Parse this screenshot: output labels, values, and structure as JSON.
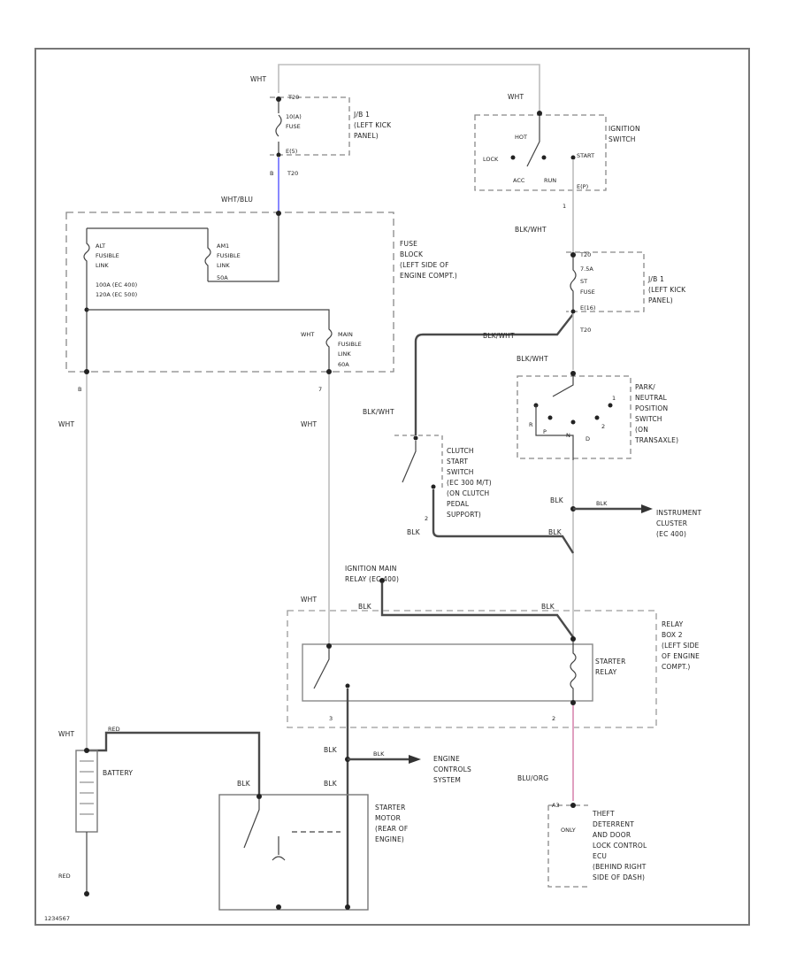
{
  "colors": {
    "wire_light": "#bdbdbd",
    "wire_dark": "#4a4a4a",
    "blue_wire": "#8888ff",
    "pink_wire": "#e0a0c0"
  },
  "wires": {
    "wht_top": "WHT",
    "wht_ign": "WHT",
    "wht_blu": "WHT/BLU",
    "wht_left": "WHT",
    "wht_mid": "WHT",
    "blk_wht_1": "BLK/WHT",
    "blk_wht_2": "BLK/WHT",
    "blk_wht_3": "BLK/WHT",
    "blk_wht_4": "BLK/WHT",
    "blk_1": "BLK",
    "blk_2": "BLK",
    "blk_3": "BLK",
    "blk_4": "BLK",
    "blk_5": "BLK",
    "blk_6": "BLK",
    "blk_7": "BLK",
    "wht_relay": "WHT",
    "wht_bat": "WHT",
    "red_bat": "RED",
    "red_gnd": "RED",
    "blu_org": "BLU/ORG",
    "blk_ecm": "BLK",
    "blk_ic": "BLK"
  },
  "fuse_top": {
    "t1": "T20",
    "t2": "10(A)",
    "t3": "FUSE",
    "t4": "E(5)",
    "pin": "B",
    "pin2": "T20"
  },
  "jb1_top": {
    "l1": "J/B 1",
    "l2": "(LEFT KICK",
    "l3": "PANEL)"
  },
  "ignition": {
    "title": "IGNITION",
    "title2": "SWITCH",
    "hot": "HOT",
    "lock": "LOCK",
    "start": "START",
    "acc": "ACC",
    "run": "RUN",
    "pin": "E(P)",
    "pin2": "1"
  },
  "fuse_block": {
    "l1": "FUSE",
    "l2": "BLOCK",
    "l3": "(LEFT SIDE OF",
    "l4": "ENGINE COMPT.)",
    "alt1": "ALT",
    "alt2": "FUSIBLE",
    "alt3": "LINK",
    "alt4": "100A (EC 400)",
    "alt5": "120A (EC 500)",
    "am1": "AM1",
    "am2": "FUSIBLE",
    "am3": "LINK",
    "am4": "50A",
    "main1": "MAIN",
    "main2": "FUSIBLE",
    "main3": "LINK",
    "main4": "60A",
    "pinA": "B",
    "pinB": "7"
  },
  "fuse_st": {
    "t1": "T20",
    "t2": "7.5A",
    "t3": "ST",
    "t4": "FUSE",
    "t5": "E(16)",
    "pin": "T20"
  },
  "jb1_mid": {
    "l1": "J/B 1",
    "l2": "(LEFT KICK",
    "l3": "PANEL)"
  },
  "pnp": {
    "l1": "PARK/",
    "l2": "NEUTRAL",
    "l3": "POSITION",
    "l4": "SWITCH",
    "l5": "(ON",
    "l6": "TRANSAXLE)",
    "p": "P",
    "n": "N",
    "r": "R",
    "d": "D",
    "one": "1",
    "two": "2"
  },
  "clutch": {
    "l1": "CLUTCH",
    "l2": "START",
    "l3": "SWITCH",
    "l4": "(EC 300 M/T)",
    "l5": "(ON CLUTCH",
    "l6": "PEDAL",
    "l7": "SUPPORT)",
    "pin": "2"
  },
  "instrument": {
    "l1": "INSTRUMENT",
    "l2": "CLUSTER",
    "l3": "(EC 400)"
  },
  "ign_main_relay": {
    "l1": "IGNITION MAIN",
    "l2": "RELAY (EC 400)"
  },
  "relay_box": {
    "l1": "RELAY",
    "l2": "BOX 2",
    "l3": "(LEFT SIDE",
    "l4": "OF ENGINE",
    "l5": "COMPT.)",
    "starter1": "STARTER",
    "starter2": "RELAY",
    "pin1": "3",
    "pin2": "2"
  },
  "battery": {
    "label": "BATTERY"
  },
  "starter": {
    "l1": "STARTER",
    "l2": "MOTOR",
    "l3": "(REAR OF",
    "l4": "ENGINE)"
  },
  "ecm": {
    "l1": "ENGINE",
    "l2": "CONTROLS",
    "l3": "SYSTEM"
  },
  "theft": {
    "l1": "THEFT",
    "l2": "DETERRENT",
    "l3": "AND DOOR",
    "l4": "LOCK CONTROL",
    "l5": "ECU",
    "l6": "(BEHIND RIGHT",
    "l7": "SIDE OF DASH)",
    "only": "ONLY",
    "pin": "A3"
  },
  "footer": {
    "code": "1234567"
  }
}
